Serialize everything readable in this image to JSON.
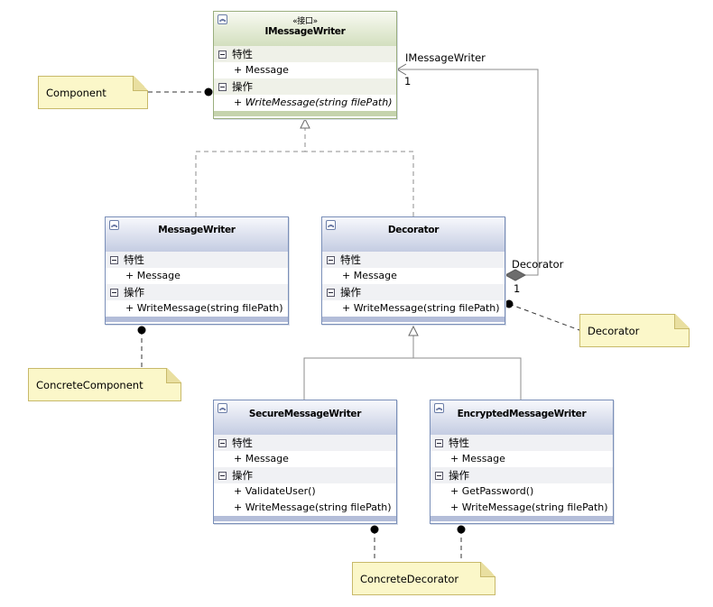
{
  "section_labels": {
    "attributes": "特性",
    "operations": "操作"
  },
  "classes": {
    "imessagewriter": {
      "stereotype": "«接口»",
      "name": "IMessageWriter",
      "attributes": [
        "+ Message"
      ],
      "operations": [
        "+ WriteMessage(string filePath)"
      ]
    },
    "messagewriter": {
      "name": "MessageWriter",
      "attributes": [
        "+ Message"
      ],
      "operations": [
        "+ WriteMessage(string filePath)"
      ]
    },
    "decorator": {
      "name": "Decorator",
      "attributes": [
        "+ Message"
      ],
      "operations": [
        "+ WriteMessage(string filePath)"
      ]
    },
    "securemessagewriter": {
      "name": "SecureMessageWriter",
      "attributes": [
        "+ Message"
      ],
      "operations": [
        "+ ValidateUser()",
        "+ WriteMessage(string filePath)"
      ]
    },
    "encryptedmessagewriter": {
      "name": "EncryptedMessageWriter",
      "attributes": [
        "+ Message"
      ],
      "operations": [
        "+ GetPassword()",
        "+ WriteMessage(string filePath)"
      ]
    }
  },
  "notes": {
    "component": "Component",
    "concrete_component": "ConcreteComponent",
    "decorator": "Decorator",
    "concrete_decorator": "ConcreteDecorator"
  },
  "association": {
    "target_role": "IMessageWriter",
    "target_multiplicity": "1",
    "source_role": "Decorator",
    "source_multiplicity": "1"
  },
  "icons": {
    "collapse": "double-chevron-up-icon",
    "section_toggle": "minus-box-icon"
  },
  "colors": {
    "class_border": "#7a8fb8",
    "interface_border": "#9aae7e",
    "note_fill": "#fbf7c9",
    "connector": "#8c8c8c"
  }
}
